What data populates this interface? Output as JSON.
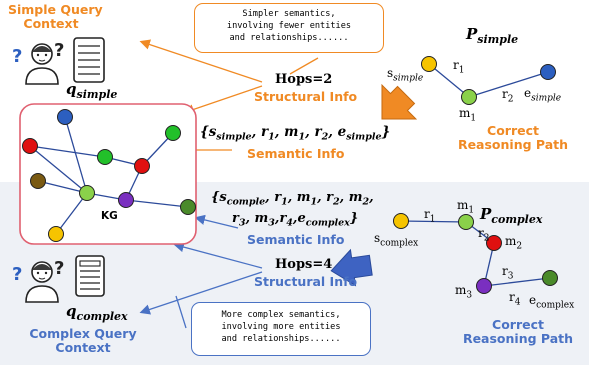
{
  "top_panel": {
    "heading": [
      "Simple Query",
      "Context"
    ],
    "question_icon": "person-thinking-icon",
    "doc_icon": "document-icon",
    "q_label": "q",
    "q_sub": "simple",
    "bubble_lines": [
      "Simpler semantics,",
      "involving fewer entities",
      "and relationships......"
    ],
    "hops": "Hops=2",
    "structural": "Structural Info"
  },
  "kg": {
    "label": "KG",
    "semantic_simple": {
      "open": "{",
      "s": "s",
      "s_sub": "simple",
      "mid": ", r",
      "r1_sub": "1",
      "m": ", m",
      "m1_sub": "1",
      "r2": ", r",
      "r2_sub": "2",
      "e": ", e",
      "e_sub": "simple",
      "close": "}",
      "caption": "Semantic Info"
    },
    "semantic_complex": {
      "line1": [
        "{s",
        "comple",
        ", r",
        "1",
        ", m",
        "1",
        ", r",
        "2",
        ", m",
        "2",
        ","
      ],
      "line2": [
        "r",
        "3",
        ", m",
        "3",
        ",r",
        "4",
        ",e",
        "complex",
        "}"
      ],
      "caption": "Semantic Info"
    }
  },
  "simple_path": {
    "title": "P",
    "title_sub": "simple",
    "s": "s",
    "s_sub": "simple",
    "r1": "r",
    "r1_sub": "1",
    "m1": "m",
    "m1_sub": "1",
    "r2": "r",
    "r2_sub": "2",
    "e": "e",
    "e_sub": "simple",
    "caption": [
      "Correct",
      "Reasoning Path"
    ]
  },
  "complex_path": {
    "title": "P",
    "title_sub": "complex",
    "s": "s",
    "s_sub": "complex",
    "r1": "r",
    "r1_sub": "1",
    "m1": "m",
    "m1_sub": "1",
    "r2": "r",
    "r2_sub": "2",
    "m2": "m",
    "m2_sub": "2",
    "r3": "r",
    "r3_sub": "3",
    "m3": "m",
    "m3_sub": "3",
    "r4": "r",
    "r4_sub": "4",
    "e": "e",
    "e_sub": "complex",
    "caption": [
      "Correct",
      "Reasoning Path"
    ]
  },
  "bottom_panel": {
    "heading": [
      "Complex Query",
      "Context"
    ],
    "q_label": "q",
    "q_sub": "complex",
    "bubble_lines": [
      "More complex semantics,",
      "involving more entities",
      "and relationships......"
    ],
    "hops": "Hops=4",
    "structural": "Structural Info"
  },
  "colors": {
    "orange": "#f08a24",
    "blue": "#4a72c4",
    "kg_border": "#e06070",
    "node_red": "#e01010",
    "node_green": "#22c02a",
    "node_blue": "#2c5fc0",
    "node_yellow": "#f6c400",
    "node_purple": "#7a2fc0",
    "node_olive": "#7a5a12",
    "node_lime": "#8ad14a",
    "node_darkgreen": "#4a8a2a",
    "bottom_bg": "#eef1f6"
  }
}
